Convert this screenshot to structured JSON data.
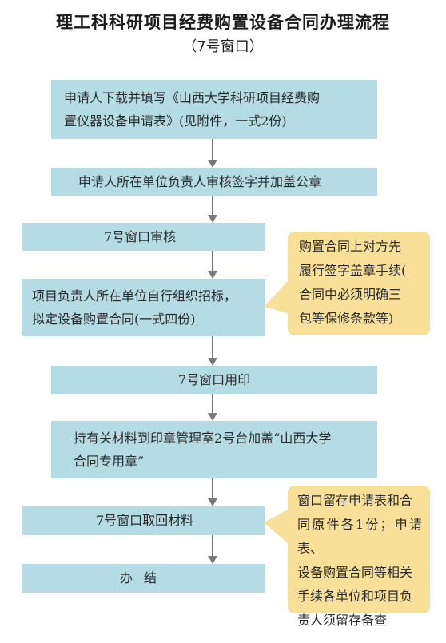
{
  "header": {
    "title": "理工科科研项目经费购置设备合同办理流程",
    "subtitle": "（7号窗口）"
  },
  "steps": [
    {
      "line1": "申请人下载并填写《山西大学科研项目经费购",
      "line2": "置仪器设备申请表》(见附件，一式2份)"
    },
    {
      "text": "申请人所在单位负责人审核签字并加盖公章"
    },
    {
      "text": "7号窗口审核"
    },
    {
      "line1": "项目负责人所在单位自行组织招标，",
      "line2": "拟定设备购置合同(一式四份)"
    },
    {
      "text": "7号窗口用印"
    },
    {
      "line1": "持有关材料到印章管理室2号台加盖“山西大学",
      "line2": "合同专用章”"
    },
    {
      "text": "7号窗口取回材料"
    },
    {
      "text": "办结"
    }
  ],
  "notes": [
    {
      "lines": [
        "购置合同上对方先",
        "履行签字盖章手续(",
        "合同中必须明确三",
        "包等保修条款等)"
      ]
    },
    {
      "lines": [
        "窗口留存申请表和合",
        "同原件各1份；申请表、",
        "设备购置合同等相关",
        "手续各单位和项目负",
        "责人须留存备查"
      ]
    }
  ],
  "colors": {
    "step_fill": "#b5dbe4",
    "note_fill": "#f8e098",
    "arrow": "#7a7a7a"
  }
}
